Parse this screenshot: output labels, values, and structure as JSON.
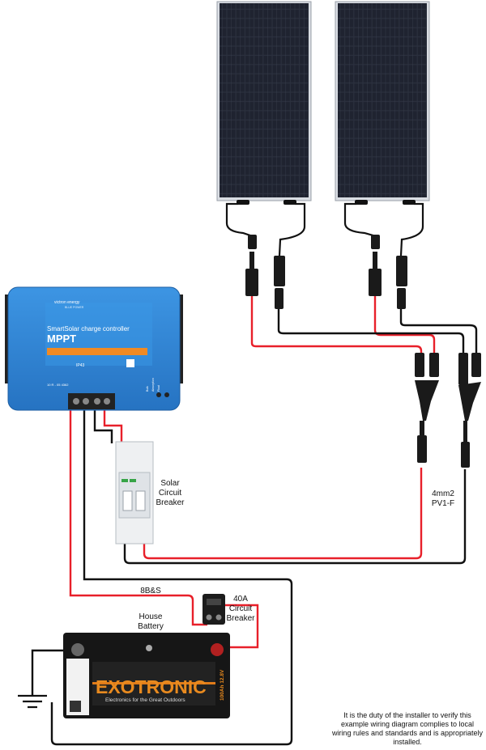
{
  "mppt": {
    "brand": "victron energy",
    "brand_sub": "BLUE POWER",
    "product": "SmartSolar charge controller",
    "model": "MPPT",
    "rating": "IP43",
    "serial": "10 R - 05 4362",
    "side_labels": [
      "Bulk",
      "Absorption",
      "Float"
    ]
  },
  "breaker": {
    "label_line1": "Solar",
    "label_line2": "Circuit",
    "label_line3": "Breaker"
  },
  "cable": {
    "size_line1": "4mm2",
    "size_line2": "PV1-F",
    "battery_cable": "8B&S"
  },
  "fuse": {
    "label_line1": "40A",
    "label_line2": "Circuit",
    "label_line3": "Breaker"
  },
  "battery": {
    "label_line1": "House",
    "label_line2": "Battery",
    "brand": "EXOTRONIC",
    "tagline": "Electronics for the Great Outdoors",
    "spec": "100Ah  12.8V"
  },
  "disclaimer": "It is the duty of the installer to verify this example wiring diagram complies to local wiring rules and standards and is appropriately installed.",
  "colors": {
    "positive_wire": "#e8202a",
    "negative_wire": "#111111",
    "mppt_blue": "#2f86d6",
    "panel_cell": "#2a2f3d",
    "battery_orange": "#e07b1a"
  }
}
